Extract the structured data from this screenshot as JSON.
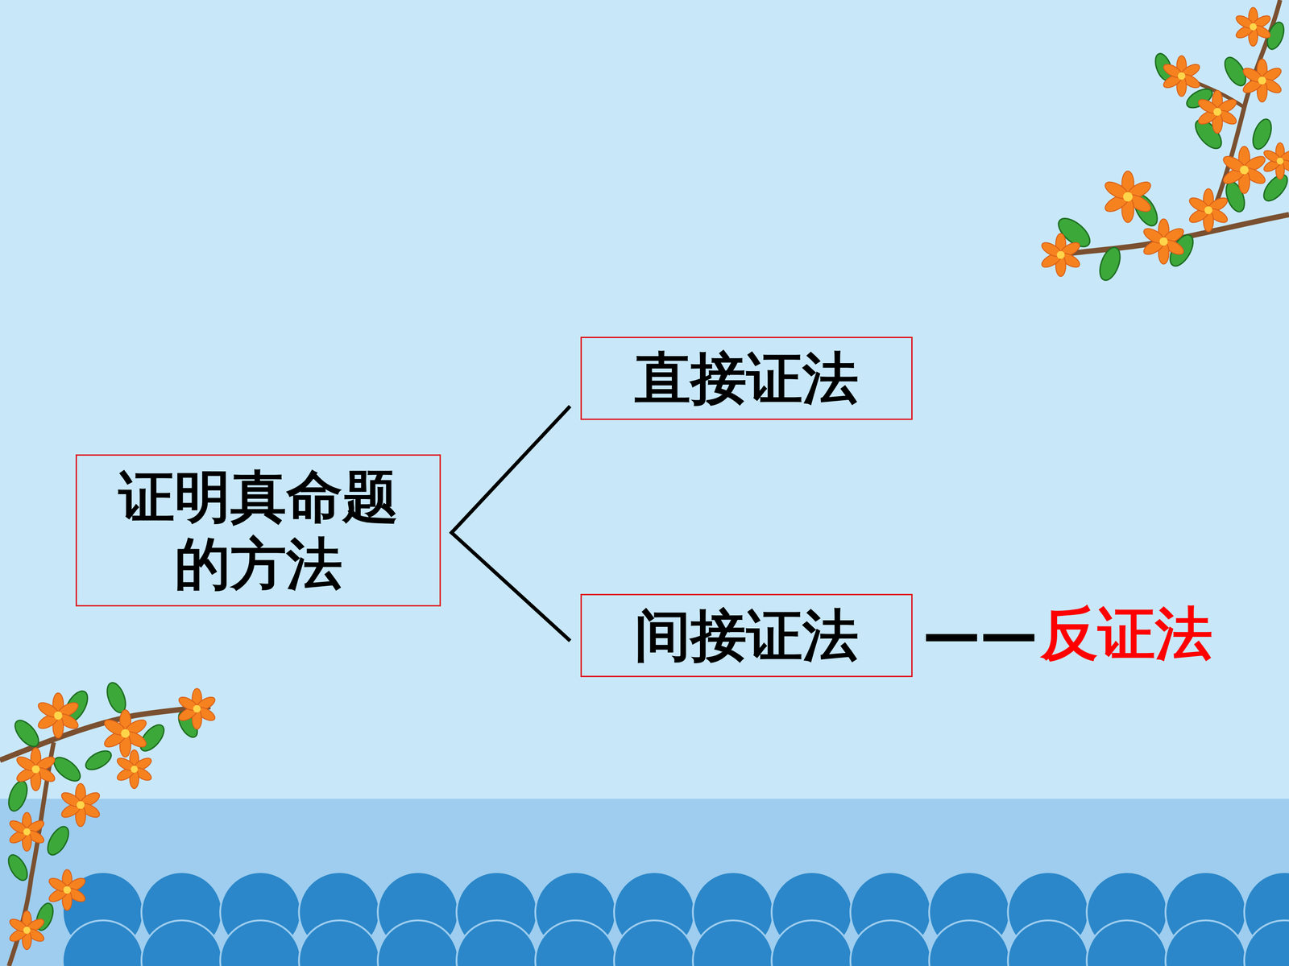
{
  "diagram": {
    "nodes": [
      {
        "text": [
          "证明真命题 的方法"
        ]
      },
      {
        "text": [
          "直接证法"
        ]
      },
      {
        "text": [
          "间接证法"
        ]
      }
    ],
    "edges": [
      {
        "from": 0,
        "to": 1,
        "arrow": "none"
      },
      {
        "from": 0,
        "to": 2,
        "arrow": "none"
      }
    ],
    "labels": [
      "——",
      "反证法"
    ]
  }
}
